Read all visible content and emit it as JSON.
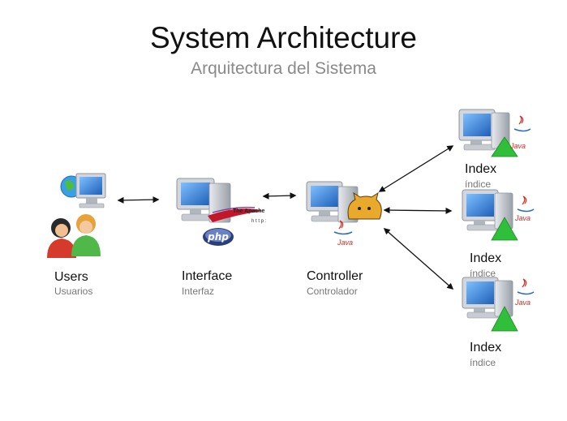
{
  "header": {
    "title": "System Architecture",
    "subtitle": "Arquitectura del Sistema"
  },
  "nodes": {
    "users": {
      "label": "Users",
      "sublabel": "Usuarios"
    },
    "interface": {
      "label": "Interface",
      "sublabel": "Interfaz"
    },
    "controller": {
      "label": "Controller",
      "sublabel": "Controlador"
    },
    "index_1": {
      "label": "Index",
      "sublabel": "índice"
    },
    "index_2": {
      "label": "Index",
      "sublabel": "índice"
    },
    "index_3": {
      "label": "Index",
      "sublabel": "índice"
    }
  },
  "logos": {
    "apache": "The Apache",
    "http": "h t t p :",
    "php": "php",
    "java": "Java"
  },
  "colors": {
    "monitor_screen": "#2f7fd8",
    "computer_gray": "#b9bec6",
    "triangle_green": "#2fbf3a",
    "arrow": "#111111",
    "java_red": "#d62b22",
    "php_badge": "#2a3f7a"
  }
}
